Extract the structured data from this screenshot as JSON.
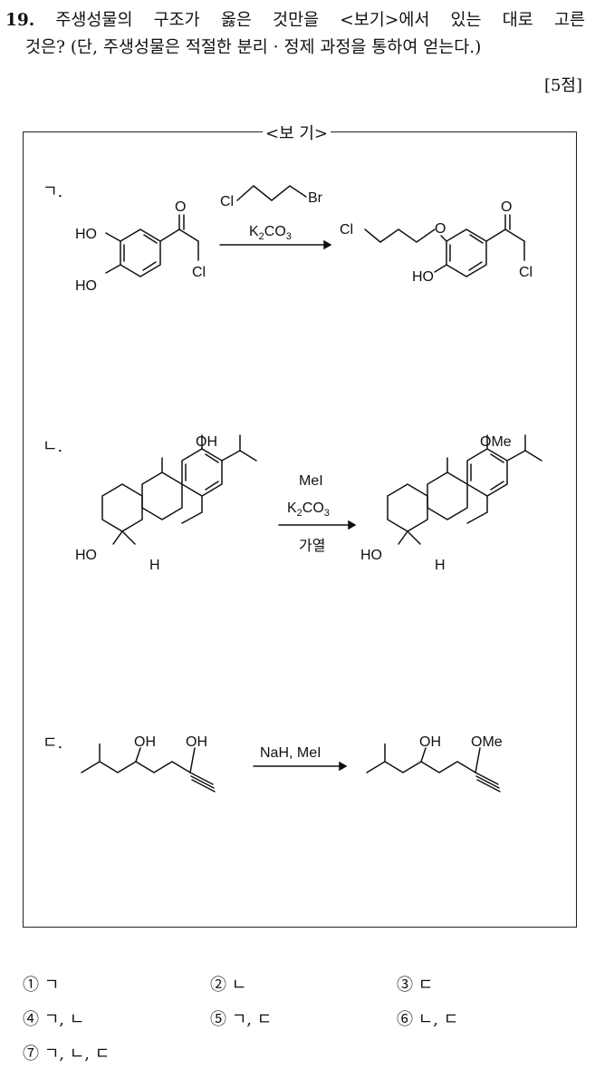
{
  "question": {
    "number": "19.",
    "line1": "주생성물의 구조가 옳은 것만을 <보기>에서 있는 대로 고른",
    "line2": "것은? (단, 주생성물은 적절한 분리 · 정제 과정을 통하여 얻는다.)",
    "score": "[5점]"
  },
  "box": {
    "title": "<보 기>",
    "items": [
      {
        "label": "ㄱ.",
        "reagent": "K",
        "reagent_sub": "2",
        "reagent_tail": "CO",
        "reagent_sub2": "3"
      },
      {
        "label": "ㄴ.",
        "reagent1": "MeI",
        "reagent2_a": "K",
        "reagent2_sub": "2",
        "reagent2_b": "CO",
        "reagent2_sub2": "3",
        "reagent3": "가열"
      },
      {
        "label": "ㄷ.",
        "reagent": "NaH, MeI"
      }
    ],
    "atoms": {
      "ho": "HO",
      "oh": "OH",
      "o": "O",
      "cl": "Cl",
      "br": "Br",
      "h": "H",
      "ome": "OMe"
    }
  },
  "choices": [
    {
      "mark": "①",
      "text": "ㄱ"
    },
    {
      "mark": "②",
      "text": "ㄴ"
    },
    {
      "mark": "③",
      "text": "ㄷ"
    },
    {
      "mark": "④",
      "text": "ㄱ, ㄴ"
    },
    {
      "mark": "⑤",
      "text": "ㄱ, ㄷ"
    },
    {
      "mark": "⑥",
      "text": "ㄴ, ㄷ"
    },
    {
      "mark": "⑦",
      "text": "ㄱ, ㄴ, ㄷ"
    }
  ]
}
